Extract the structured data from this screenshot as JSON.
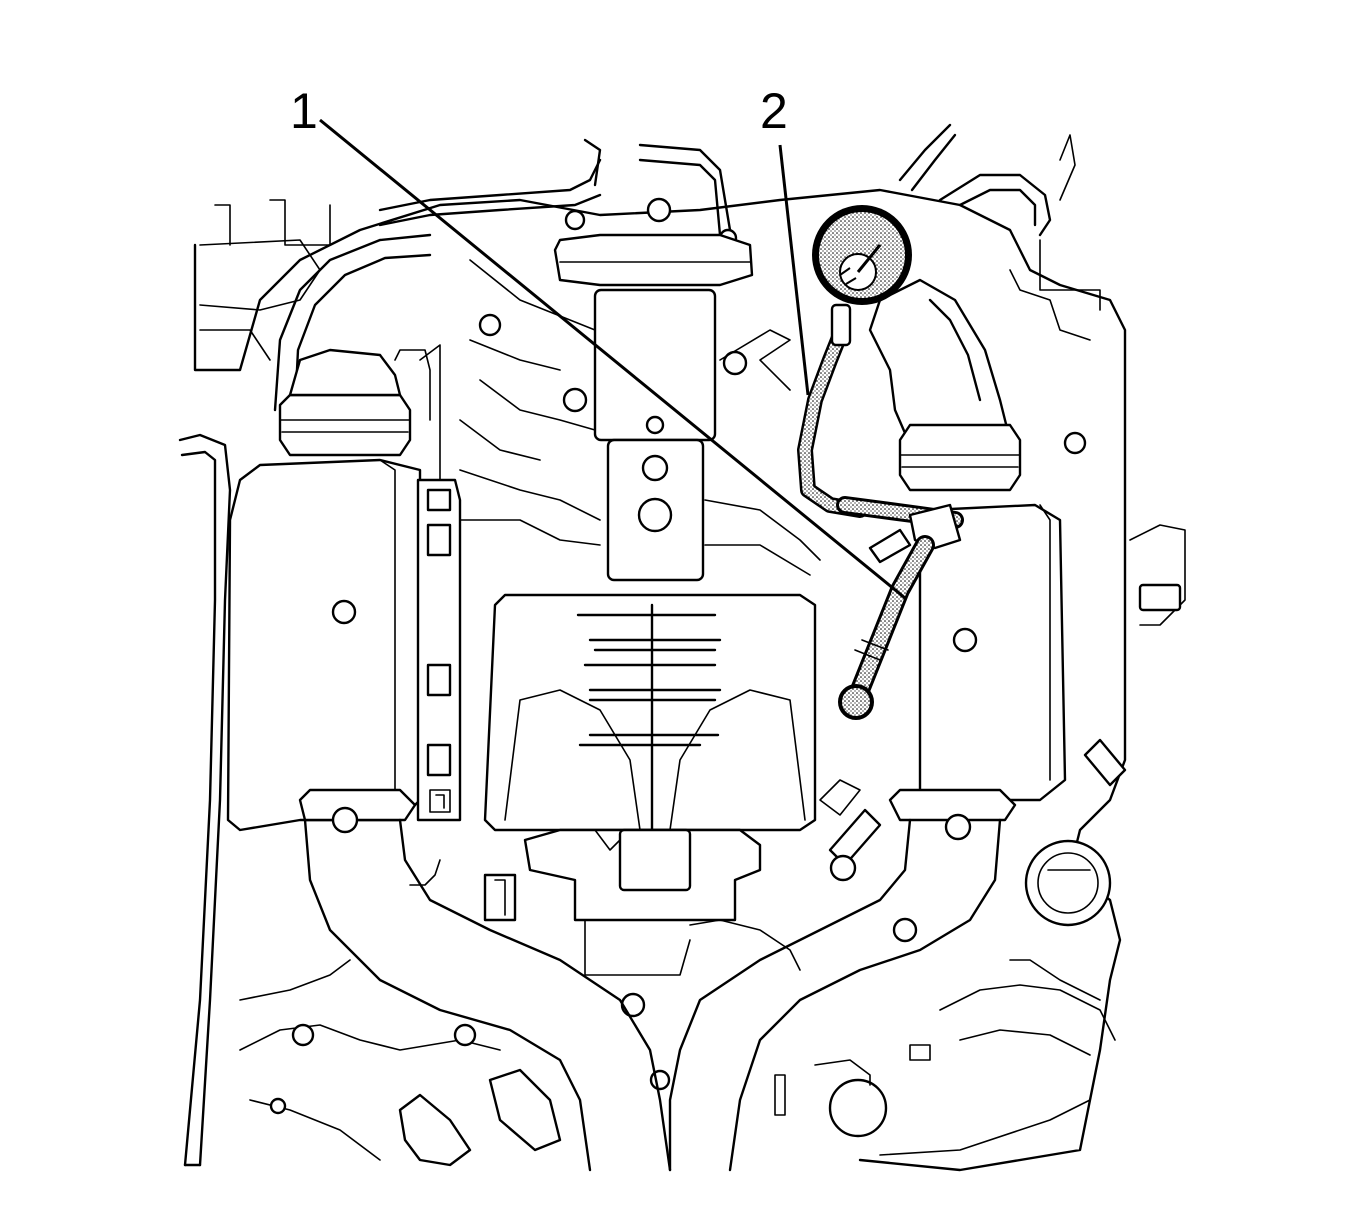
{
  "callouts": {
    "c1": {
      "label": "1"
    },
    "c2": {
      "label": "2"
    }
  },
  "icons": [
    "engine-compartment-illustration",
    "pressure-gauge-icon"
  ],
  "colors": {
    "line": "#000000",
    "background": "#ffffff"
  }
}
